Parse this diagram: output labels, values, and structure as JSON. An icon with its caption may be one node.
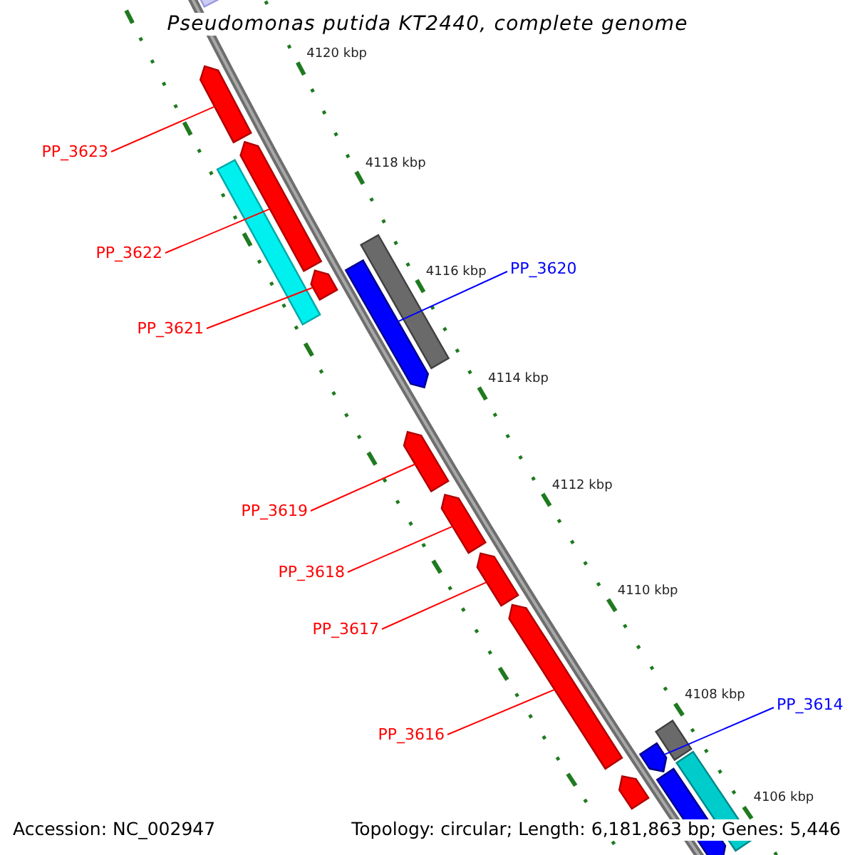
{
  "diagram": {
    "title": "Pseudomonas putida KT2440, complete genome",
    "nodes": [
      {
        "text": [
          "PP_3623"
        ]
      },
      {
        "text": [
          "PP_3622"
        ]
      },
      {
        "text": [
          "PP_3620"
        ]
      },
      {
        "text": [
          "PP_3621"
        ]
      },
      {
        "text": [
          "PP_3619"
        ]
      },
      {
        "text": [
          "PP_3618"
        ]
      },
      {
        "text": [
          "PP_3617"
        ]
      },
      {
        "text": [
          "PP_3616"
        ]
      },
      {
        "text": [
          "PP_3614"
        ]
      },
      {
        "text": [],
        "shape": "bar"
      },
      {
        "text": [],
        "shape": "bar"
      },
      {
        "text": [],
        "shape": "bar"
      },
      {
        "text": [],
        "shape": "bar"
      },
      {
        "text": [],
        "shape": "bar"
      },
      {
        "text": [],
        "shape": "bar"
      },
      {
        "text": [],
        "shape": "bar"
      },
      {
        "text": [],
        "shape": "bar"
      },
      {
        "text": [],
        "shape": "bar"
      },
      {
        "text": [],
        "shape": "bar"
      },
      {
        "text": [],
        "shape": "bar"
      },
      {
        "text": [],
        "shape": "bar"
      },
      {
        "text": [],
        "shape": "bar"
      },
      {
        "text": [],
        "shape": "bar"
      },
      {
        "text": [],
        "shape": "bar"
      },
      {
        "text": [],
        "shape": "bar"
      }
    ],
    "edges": [
      {
        "from": 0,
        "to": 10,
        "arrow": "none"
      },
      {
        "from": 1,
        "to": 11,
        "arrow": "none"
      },
      {
        "from": 2,
        "to": 15,
        "arrow": "none",
        "color": "#0000ff"
      },
      {
        "from": 3,
        "to": 14,
        "arrow": "none"
      },
      {
        "from": 4,
        "to": 16,
        "arrow": "none"
      },
      {
        "from": 5,
        "to": 17,
        "arrow": "none"
      },
      {
        "from": 6,
        "to": 18,
        "arrow": "none"
      },
      {
        "from": 7,
        "to": 19,
        "arrow": "none"
      },
      {
        "from": 8,
        "to": 21,
        "arrow": "none",
        "color": "#0000ff"
      }
    ],
    "labels": [
      "4120 kbp",
      "4118 kbp",
      "4116 kbp",
      "4114 kbp",
      "4112 kbp",
      "4110 kbp",
      "4108 kbp",
      "4106 kbp",
      "Accession: NC_002947",
      "Topology: circular; Length: 6,181,863 bp; Genes: 5,446"
    ]
  }
}
